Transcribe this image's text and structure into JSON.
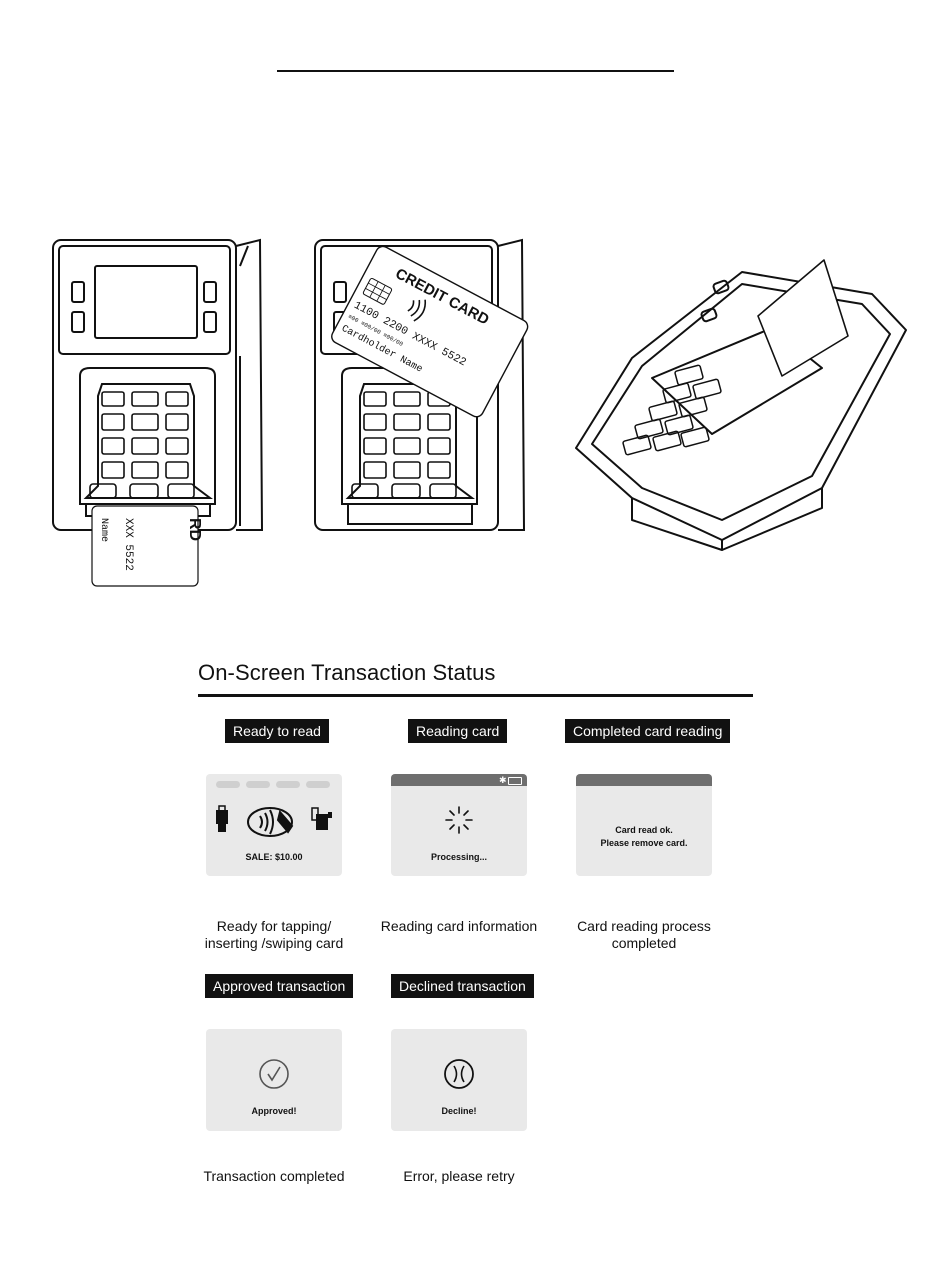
{
  "illustrations": {
    "left_card": {
      "brand": "RD",
      "number": "XXX 5522",
      "name": "Name"
    },
    "middle_card": {
      "title": "CREDIT CARD",
      "number": "1100 2200 XXXX 5522",
      "dates": "≡00 ≡00/00 ≡00/00",
      "holder": "Cardholder Name"
    }
  },
  "section": {
    "title": "On-Screen Transaction Status"
  },
  "statuses": [
    {
      "badge": "Ready to read",
      "screen_text": "SALE:  $10.00",
      "caption_1": "Ready for tapping/",
      "caption_2": "inserting /swiping card"
    },
    {
      "badge": "Reading card",
      "screen_text": "Processing...",
      "caption_1": "Reading card information",
      "caption_2": ""
    },
    {
      "badge": "Completed card reading",
      "screen_text_1": "Card read ok.",
      "screen_text_2": "Please remove card.",
      "caption_1": "Card reading process",
      "caption_2": "completed"
    },
    {
      "badge": "Approved transaction",
      "screen_text": "Approved!",
      "caption_1": "Transaction completed",
      "caption_2": ""
    },
    {
      "badge": "Declined transaction",
      "screen_text": "Decline!",
      "caption_1": "Error, please retry",
      "caption_2": ""
    }
  ]
}
